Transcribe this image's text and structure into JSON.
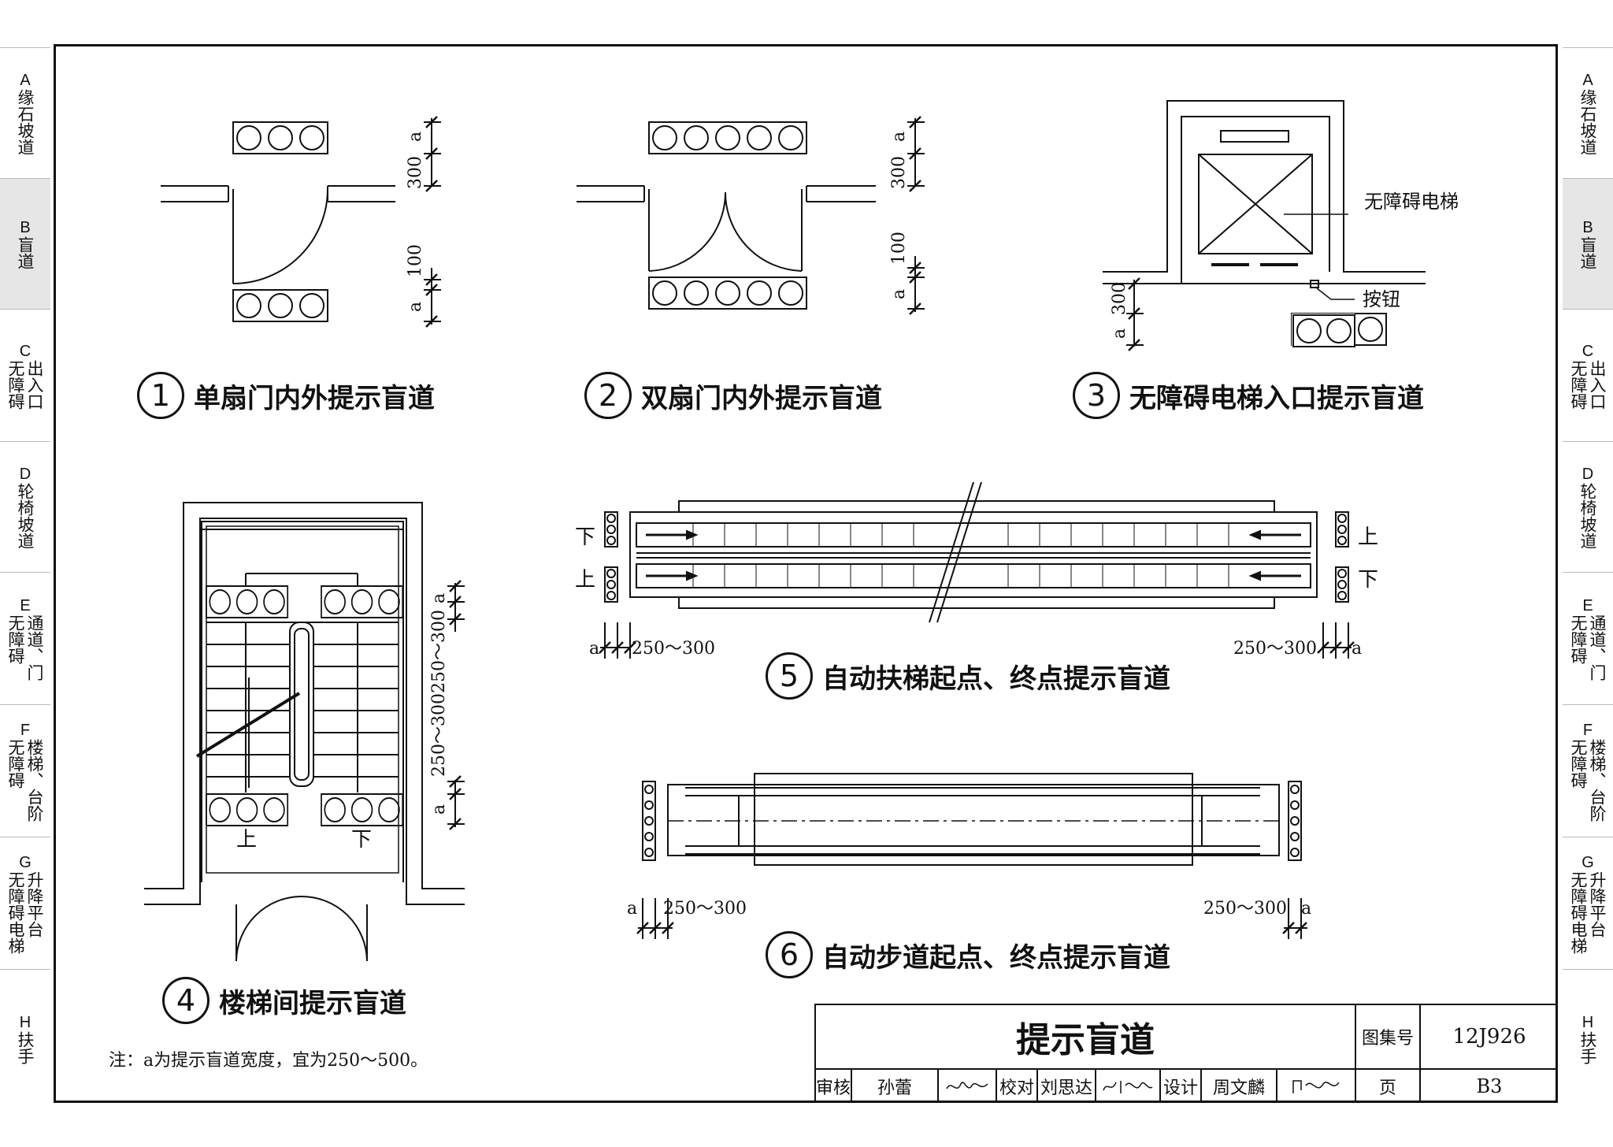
{
  "side_tabs": [
    {
      "letter": "A",
      "lines": [
        "缘石坡道"
      ],
      "active": false
    },
    {
      "letter": "B",
      "lines": [
        "盲道"
      ],
      "active": true
    },
    {
      "letter": "C",
      "lines": [
        "出入口",
        "无障碍"
      ],
      "active": false
    },
    {
      "letter": "D",
      "lines": [
        "轮椅坡道"
      ],
      "active": false
    },
    {
      "letter": "E",
      "lines": [
        "通道、门",
        "无障碍"
      ],
      "active": false
    },
    {
      "letter": "F",
      "lines": [
        "楼梯、台阶",
        "无障碍"
      ],
      "active": false
    },
    {
      "letter": "G",
      "lines": [
        "升降平台",
        "无障碍电梯"
      ],
      "active": false
    },
    {
      "letter": "H",
      "lines": [
        "扶手"
      ],
      "active": false
    }
  ],
  "figures": [
    {
      "number": "1",
      "title": "单扇门内外提示盲道"
    },
    {
      "number": "2",
      "title": "双扇门内外提示盲道"
    },
    {
      "number": "3",
      "title": "无障碍电梯入口提示盲道"
    },
    {
      "number": "4",
      "title": "楼梯间提示盲道"
    },
    {
      "number": "5",
      "title": "自动扶梯起点、终点提示盲道"
    },
    {
      "number": "6",
      "title": "自动步道起点、终点提示盲道"
    }
  ],
  "labels": {
    "elevator": "无障碍电梯",
    "button": "按钮",
    "up": "上",
    "down": "下",
    "dim_a": "a",
    "dim_300": "300",
    "dim_100": "100",
    "dim_range": "250～300"
  },
  "note": "注：a为提示盲道宽度，宜为250～500。",
  "title_block": {
    "drawing_title": "提示盲道",
    "atlas_label": "图集号",
    "atlas_value": "12J926",
    "page_label": "页",
    "page_value": "B3",
    "review_label": "审核",
    "review_name": "孙蕾",
    "check_label": "校对",
    "check_name": "刘思达",
    "design_label": "设计",
    "design_name": "周文麟"
  }
}
